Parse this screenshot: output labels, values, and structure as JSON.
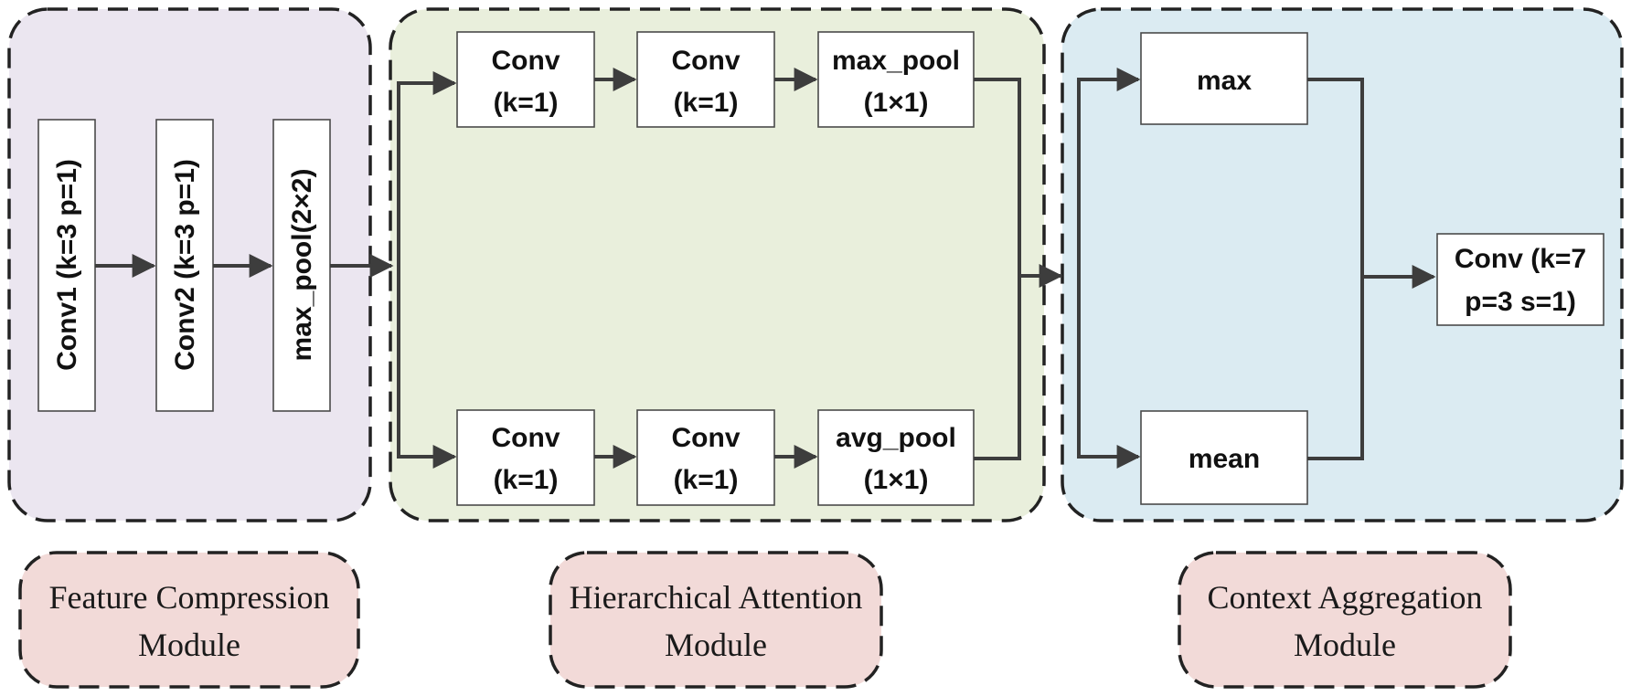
{
  "colors": {
    "feature_compression_bg": "#ebe6f0",
    "hierarchical_attention_bg": "#e9efdc",
    "context_aggregation_bg": "#dbebf2",
    "label_bg": "#f2dad8",
    "box_fill": "#ffffff",
    "line": "#3d3d3d"
  },
  "feature_compression": {
    "blocks": [
      "Conv1 (k=3 p=1)",
      "Conv2 (k=3 p=1)",
      "max_pool(2×2)"
    ]
  },
  "hierarchical_attention": {
    "top_branch": [
      {
        "line1": "Conv",
        "line2": "(k=1)"
      },
      {
        "line1": "Conv",
        "line2": "(k=1)"
      },
      {
        "line1": "max_pool",
        "line2": "(1×1)"
      }
    ],
    "bottom_branch": [
      {
        "line1": "Conv",
        "line2": "(k=1)"
      },
      {
        "line1": "Conv",
        "line2": "(k=1)"
      },
      {
        "line1": "avg_pool",
        "line2": "(1×1)"
      }
    ]
  },
  "context_aggregation": {
    "max_label": "max",
    "mean_label": "mean",
    "output": {
      "line1": "Conv (k=7",
      "line2": "p=3 s=1)"
    }
  },
  "labels": {
    "feature_compression": [
      "Feature Compression",
      "Module"
    ],
    "hierarchical_attention": [
      "Hierarchical Attention",
      "Module"
    ],
    "context_aggregation": [
      "Context Aggregation",
      "Module"
    ]
  }
}
